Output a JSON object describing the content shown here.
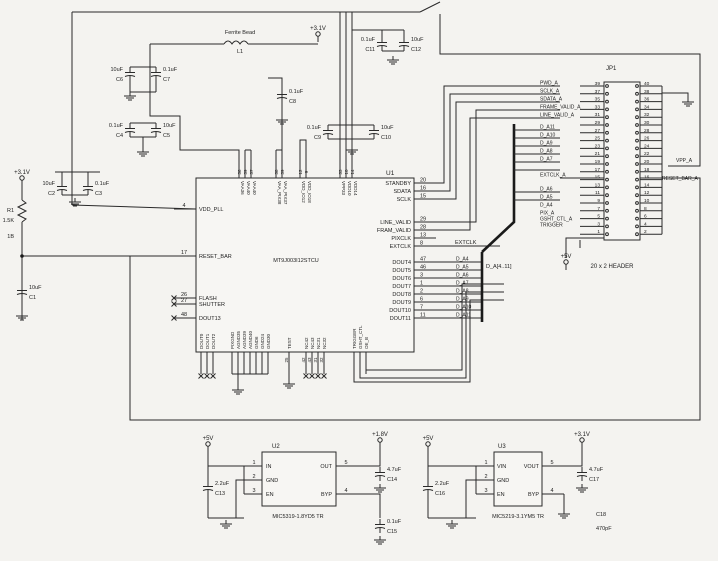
{
  "colors": {
    "paper": "#f4f3f0",
    "ink": "#2a2a2a"
  },
  "top_components": {
    "ferrite_label": "Ferrite Bead",
    "l1": "L1",
    "supply_top": "+3.1V",
    "c6": "C6",
    "c6_val": "10uF",
    "c7": "C7",
    "c7_val": "0.1uF",
    "c4": "C4",
    "c4_val": "0.1uF",
    "c5": "C5",
    "c5_val": "10uF",
    "c8": "C8",
    "c8_val": "0.1uF",
    "c9": "C9",
    "c9_val": "0.1uF",
    "c10": "C10",
    "c10_val": "10uF",
    "c11": "C11",
    "c11_val": "0.1uF",
    "c12": "C12",
    "c12_val": "10uF"
  },
  "left_components": {
    "supply": "+3.1V",
    "r1": "R1",
    "r1_val": "1.5K",
    "r1_extra": "1B",
    "c1": "C1",
    "c1_val": "10uF",
    "c2": "C2",
    "c2_val": "10uF",
    "c3": "C3",
    "c3_val": "0.1uF"
  },
  "u1": {
    "ref": "U1",
    "part": "MT9J003I12STCU",
    "left_pins": [
      {
        "num": "4",
        "name": "VDD_PLL"
      },
      {
        "num": "17",
        "name": "RESET_BAR"
      },
      {
        "num": "26",
        "name": "FLASH"
      },
      {
        "num": "27",
        "name": "SHUTTER"
      },
      {
        "num": "48",
        "name": "DOUT13"
      }
    ],
    "top_pins": [
      {
        "num": "36",
        "name": "VAA36"
      },
      {
        "num": "39",
        "name": "VAA40"
      },
      {
        "num": "37",
        "name": "VAA40"
      },
      {
        "num": "38",
        "name": "VAA_PIX38"
      },
      {
        "num": "39",
        "name": "VAA_PIX37"
      },
      {
        "num": "12",
        "name": "VDD_IO12"
      },
      {
        "num": "9",
        "name": "VDD_IO18"
      },
      {
        "num": "33",
        "name": "VPP33"
      },
      {
        "num": "10",
        "name": "VDD10"
      },
      {
        "num": "14",
        "name": "VDD14"
      }
    ],
    "right_pins": [
      {
        "num": "20",
        "name": "STANDBY"
      },
      {
        "num": "16",
        "name": "SDATA"
      },
      {
        "num": "15",
        "name": "SCLK"
      },
      {
        "num": "29",
        "name": "LINE_VALID"
      },
      {
        "num": "28",
        "name": "FRAM_VALID"
      },
      {
        "num": "13",
        "name": "PIXCLK"
      },
      {
        "num": "8",
        "name": "EXTCLK"
      },
      {
        "num": "47",
        "name": "DOUT4"
      },
      {
        "num": "46",
        "name": "DOUT5"
      },
      {
        "num": "3",
        "name": "DOUT6"
      },
      {
        "num": "1",
        "name": "DOUT7"
      },
      {
        "num": "2",
        "name": "DOUT8"
      },
      {
        "num": "6",
        "name": "DOUT9"
      },
      {
        "num": "7",
        "name": "DOUT10"
      },
      {
        "num": "11",
        "name": "DOUT11"
      }
    ],
    "bottom_pins": [
      {
        "num": "",
        "name": "DOUT0"
      },
      {
        "num": "",
        "name": "DOUT1"
      },
      {
        "num": "",
        "name": "DOUT2"
      },
      {
        "num": "",
        "name": "PIXGND"
      },
      {
        "num": "",
        "name": "AGND35"
      },
      {
        "num": "",
        "name": "AGND39"
      },
      {
        "num": "",
        "name": "AGND40"
      },
      {
        "num": "",
        "name": "GND6"
      },
      {
        "num": "",
        "name": "GND24"
      },
      {
        "num": "",
        "name": "GND30"
      },
      {
        "num": "25",
        "name": "TEST"
      },
      {
        "num": "42",
        "name": "NC42"
      },
      {
        "num": "43",
        "name": "NC43"
      },
      {
        "num": "31",
        "name": "NC31"
      },
      {
        "num": "32",
        "name": "NC32"
      },
      {
        "num": "",
        "name": "TRIGGER"
      },
      {
        "num": "",
        "name": "GSHT_CTL"
      },
      {
        "num": "",
        "name": "OE_B"
      }
    ]
  },
  "nets": {
    "extclk_label": "EXTCLK",
    "bus_label": "D_A[4..11]",
    "d_labels": [
      "D_A4",
      "D_A5",
      "D_A6",
      "D_A7",
      "D_A8",
      "D_A9",
      "D_A10",
      "D_A11"
    ]
  },
  "jp1": {
    "ref": "JP1",
    "caption": "20 x 2 HEADER",
    "left_pin_nums": [
      "39",
      "37",
      "35",
      "33",
      "31",
      "29",
      "27",
      "25",
      "23",
      "21",
      "19",
      "17",
      "15",
      "13",
      "11",
      "9",
      "7",
      "5",
      "3",
      "1"
    ],
    "right_pin_nums": [
      "40",
      "38",
      "36",
      "34",
      "32",
      "30",
      "28",
      "26",
      "24",
      "22",
      "20",
      "18",
      "16",
      "14",
      "12",
      "10",
      "8",
      "6",
      "4",
      "2"
    ],
    "signals": [
      "PWD_A",
      "SCLK_A",
      "SDATA_A",
      "FRAME_VALID_A",
      "LINE_VALID_A",
      "D_A11",
      "D_A10",
      "D_A9",
      "D_A8",
      "D_A7",
      "EXTCLK_A",
      "D_A6",
      "D_A5",
      "D_A4",
      "PIX_A",
      "GSHT_CTL_A",
      "TRIGGER"
    ],
    "vpp_label": "VPP_A",
    "reset_label": "RESET_BAR_A",
    "supply": "+5V"
  },
  "u2": {
    "ref": "U2",
    "part": "MIC5319-1.8YD5 TR",
    "pins": [
      {
        "num": "1",
        "name": "IN"
      },
      {
        "num": "2",
        "name": "GND"
      },
      {
        "num": "3",
        "name": "EN"
      },
      {
        "num": "5",
        "name": "OUT"
      },
      {
        "num": "4",
        "name": "BYP"
      }
    ],
    "supply_in": "+5V",
    "supply_out": "+1.8V",
    "c13": "C13",
    "c13_val": "2.2uF",
    "c14": "C14",
    "c14_val": "4.7uF",
    "c15": "C15",
    "c15_val": "0.1uF"
  },
  "u3": {
    "ref": "U3",
    "part": "MIC5219-3.1YM5 TR",
    "pins": [
      {
        "num": "1",
        "name": "VIN"
      },
      {
        "num": "2",
        "name": "GND"
      },
      {
        "num": "3",
        "name": "EN"
      },
      {
        "num": "5",
        "name": "VOUT"
      },
      {
        "num": "4",
        "name": "BYP"
      }
    ],
    "supply_in": "+5V",
    "supply_out": "+3.1V",
    "c16": "C16",
    "c16_val": "2.2uF",
    "c17": "C17",
    "c17_val": "4.7uF",
    "c18": "C18",
    "c18_val": "470pF"
  }
}
